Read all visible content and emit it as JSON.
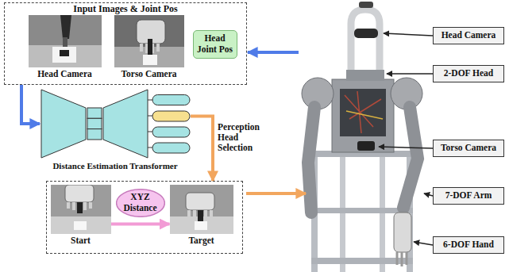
{
  "diagram": {
    "nodes": [
      {
        "text": [
          "Input Images & Joint Pos"
        ]
      },
      {
        "text": [
          "Head Camera"
        ],
        "in": 0
      },
      {
        "text": [
          "Torso Camera"
        ],
        "in": 0
      },
      {
        "text": [
          "Head Joint Pos"
        ],
        "in": 0
      },
      {
        "text": [
          "Distance Estimation Transformer"
        ]
      },
      {
        "text": []
      },
      {
        "text": [
          "Start"
        ],
        "in": 5
      },
      {
        "text": [
          "XYZ Distance"
        ],
        "in": 5
      },
      {
        "text": [
          "Target"
        ],
        "in": 5
      },
      {
        "text": [
          "Head Camera"
        ]
      },
      {
        "text": [
          "2-DOF Head"
        ]
      },
      {
        "text": [
          "Torso Camera"
        ]
      },
      {
        "text": [
          "7-DOF Arm"
        ]
      },
      {
        "text": [
          "6-DOF Hand"
        ]
      }
    ],
    "edges": [
      {
        "from": 0,
        "to": 4,
        "arrow": "to"
      },
      {
        "from": 4,
        "to": 5,
        "label": "Perception Head Selection",
        "arrow": "to"
      },
      {
        "from": 6,
        "to": 8,
        "arrow": "to"
      }
    ]
  }
}
